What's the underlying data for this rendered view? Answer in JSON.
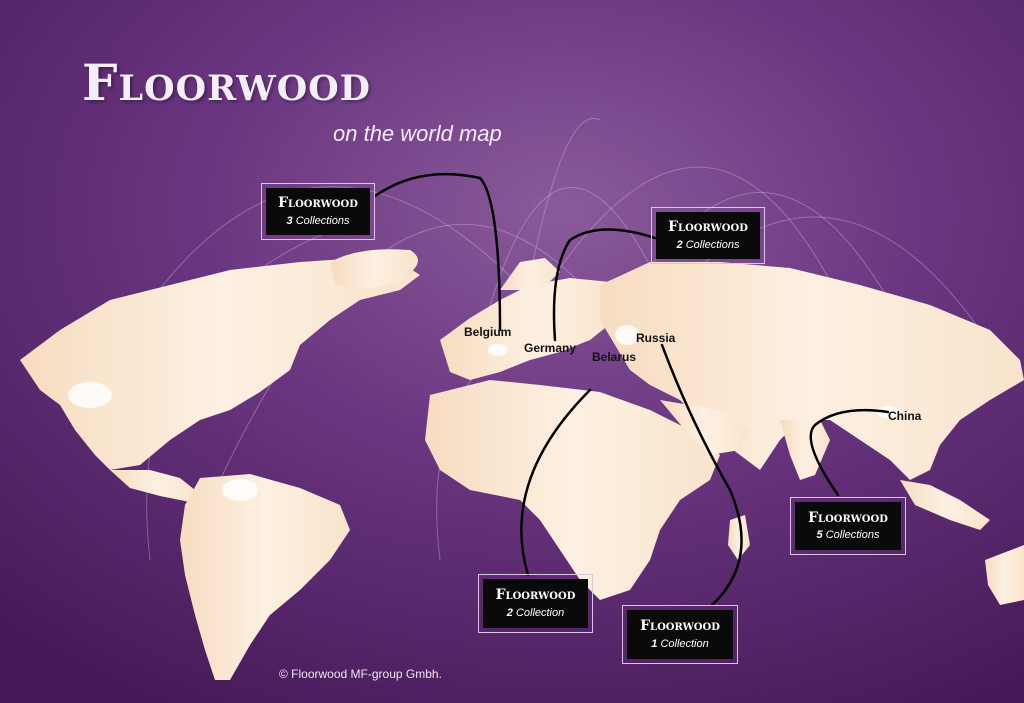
{
  "header": {
    "title": "Floorwood",
    "subtitle": "on the world map"
  },
  "countries": [
    {
      "id": "belgium",
      "label": "Belgium"
    },
    {
      "id": "germany",
      "label": "Germany"
    },
    {
      "id": "belarus",
      "label": "Belarus"
    },
    {
      "id": "russia",
      "label": "Russia"
    },
    {
      "id": "china",
      "label": "China"
    }
  ],
  "callouts": [
    {
      "id": "canada",
      "brand": "Floorwood",
      "count": "3 Collections",
      "count_num": "3",
      "count_word": "Collections"
    },
    {
      "id": "germany",
      "brand": "Floorwood",
      "count": "2 Collections",
      "count_num": "2",
      "count_word": "Collections"
    },
    {
      "id": "china",
      "brand": "Floorwood",
      "count": "5 Collections",
      "count_num": "5",
      "count_word": "Collections"
    },
    {
      "id": "south-africa",
      "brand": "Floorwood",
      "count": "2 Collection",
      "count_num": "2",
      "count_word": "Collection"
    },
    {
      "id": "russia",
      "brand": "Floorwood",
      "count": "1 Collection",
      "count_num": "1",
      "count_word": "Collection"
    }
  ],
  "footer": {
    "copyright": "© Floorwood MF-group Gmbh."
  },
  "colors": {
    "background": "#5a2a70",
    "land": "#fbe6d0",
    "box": "#0a0a0a",
    "connector": "#000000"
  }
}
